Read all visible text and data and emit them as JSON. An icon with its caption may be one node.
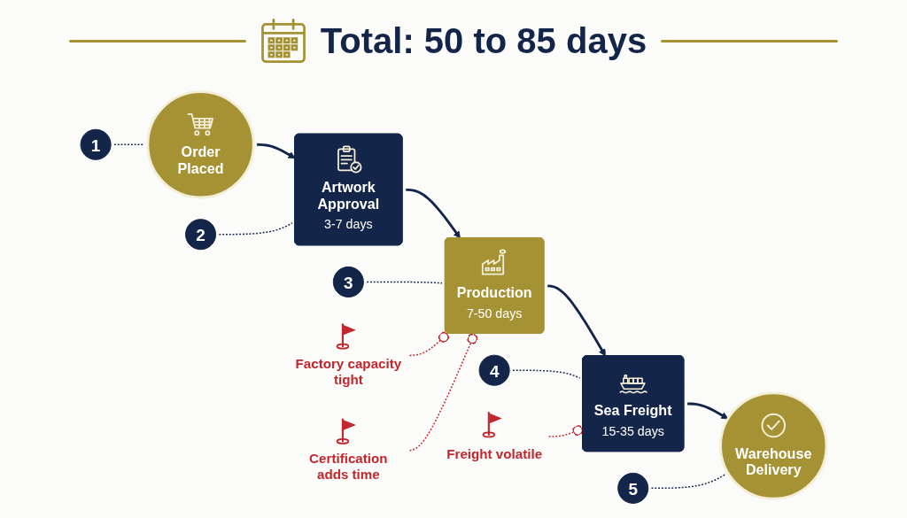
{
  "diagram": {
    "title": "Total: 50 to 85 days",
    "nodes": [
      {
        "text": [
          "1"
        ]
      },
      {
        "text": [
          "2"
        ]
      },
      {
        "text": [
          "3"
        ]
      },
      {
        "text": [
          "4"
        ]
      },
      {
        "text": [
          "5"
        ]
      },
      {
        "text": [
          "Order Placed"
        ]
      },
      {
        "text": [
          "Artwork Approval",
          "3-7 days"
        ]
      },
      {
        "text": [
          "Production",
          "7-50 days"
        ]
      },
      {
        "text": [
          "Sea Freight",
          "15-35 days"
        ]
      },
      {
        "text": [
          "Warehouse Delivery"
        ]
      },
      {
        "text": [
          "Factory capacity tight"
        ]
      },
      {
        "text": [
          "Certification adds time"
        ]
      },
      {
        "text": [
          "Freight volatile"
        ]
      }
    ],
    "edges": [
      {
        "from": 5,
        "to": 6,
        "arrow": "to"
      },
      {
        "from": 6,
        "to": 7,
        "arrow": "to"
      },
      {
        "from": 7,
        "to": 8,
        "arrow": "to"
      },
      {
        "from": 8,
        "to": 9,
        "arrow": "to"
      },
      {
        "from": 0,
        "to": 5,
        "arrow": "none",
        "style": "dashed"
      },
      {
        "from": 1,
        "to": 6,
        "arrow": "none",
        "style": "dashed"
      },
      {
        "from": 2,
        "to": 7,
        "arrow": "none",
        "style": "dashed"
      },
      {
        "from": 3,
        "to": 8,
        "arrow": "none",
        "style": "dashed"
      },
      {
        "from": 4,
        "to": 9,
        "arrow": "none",
        "style": "dashed"
      },
      {
        "from": 10,
        "to": 7,
        "arrow": "other",
        "style": "dashed",
        "color": "#c1272d"
      },
      {
        "from": 11,
        "to": 7,
        "arrow": "other",
        "style": "dashed",
        "color": "#c1272d"
      },
      {
        "from": 12,
        "to": 8,
        "arrow": "other",
        "style": "dashed",
        "color": "#c1272d"
      }
    ]
  }
}
